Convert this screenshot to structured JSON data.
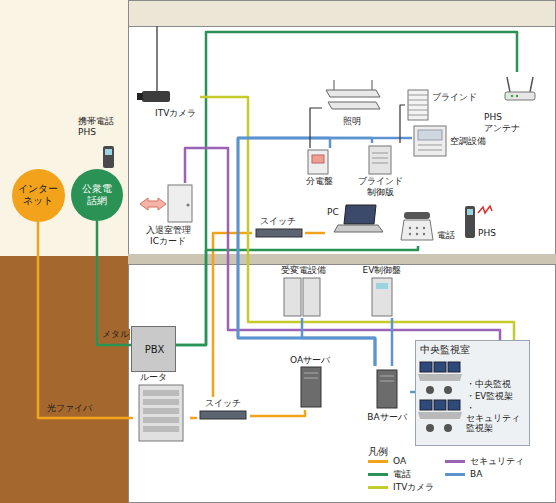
{
  "diagram": {
    "nodes": [
      {
        "text": [
          "インターネット"
        ]
      },
      {
        "text": [
          "公衆電話網"
        ]
      },
      {
        "text": [
          "ITVカメラ"
        ]
      },
      {
        "text": [
          "照明"
        ]
      },
      {
        "text": [
          "ブラインド"
        ]
      },
      {
        "text": [
          "PHS アンテナ"
        ]
      },
      {
        "text": [
          "分電盤"
        ]
      },
      {
        "text": [
          "ブラインド 制御版"
        ]
      },
      {
        "text": [
          "空調設備"
        ]
      },
      {
        "text": [
          "入退室管理 ICカード"
        ]
      },
      {
        "text": [
          "スイッチ"
        ]
      },
      {
        "text": [
          "PC"
        ]
      },
      {
        "text": [
          "電話"
        ]
      },
      {
        "text": [
          "PHS"
        ]
      },
      {
        "text": [
          "受変電設備"
        ]
      },
      {
        "text": [
          "EV制御盤"
        ]
      },
      {
        "text": [
          "PBX"
        ]
      },
      {
        "text": [
          "ルータ"
        ]
      },
      {
        "text": [
          "スイッチ"
        ]
      },
      {
        "text": [
          "OAサーバ"
        ]
      },
      {
        "text": [
          "BAサーバ"
        ]
      },
      {
        "text": [
          "中央監視室",
          "・中央監視",
          "・EV監視架",
          "・セキュリティ 監視架"
        ]
      }
    ],
    "edges": [
      {
        "from": 0,
        "to": 17,
        "label": "光ファイバ",
        "arrow": "none"
      },
      {
        "from": 1,
        "to": 16,
        "label": "メタル",
        "arrow": "none"
      },
      {
        "from": 17,
        "to": 18,
        "arrow": "none"
      },
      {
        "from": 18,
        "to": 19,
        "arrow": "none"
      },
      {
        "from": 18,
        "to": 10,
        "arrow": "none"
      },
      {
        "from": 10,
        "to": 11,
        "arrow": "none"
      },
      {
        "from": 16,
        "to": 12,
        "arrow": "none"
      },
      {
        "from": 16,
        "to": 5,
        "arrow": "none"
      },
      {
        "from": 2,
        "to": 21,
        "arrow": "none"
      },
      {
        "from": 9,
        "to": 21,
        "arrow": "none"
      },
      {
        "from": 6,
        "to": 20,
        "arrow": "none"
      },
      {
        "from": 7,
        "to": 20,
        "arrow": "none"
      },
      {
        "from": 8,
        "to": 20,
        "arrow": "none"
      },
      {
        "from": 6,
        "to": 3,
        "arrow": "none"
      },
      {
        "from": 7,
        "to": 4,
        "arrow": "none"
      },
      {
        "from": 14,
        "to": 20,
        "arrow": "none"
      },
      {
        "from": 15,
        "to": 20,
        "arrow": "none"
      },
      {
        "from": 20,
        "to": 21,
        "arrow": "none"
      }
    ],
    "labels": [
      "携帯電話 PHS",
      "凡例"
    ],
    "legend": [
      {
        "text": "OA",
        "color": "#f2a31b"
      },
      {
        "text": "電話",
        "color": "#2b9255"
      },
      {
        "text": "ITVカメラ",
        "color": "#c5cb2b"
      },
      {
        "text": "セキュリティ",
        "color": "#9b63b5"
      },
      {
        "text": "BA",
        "color": "#5d93cf"
      }
    ]
  }
}
